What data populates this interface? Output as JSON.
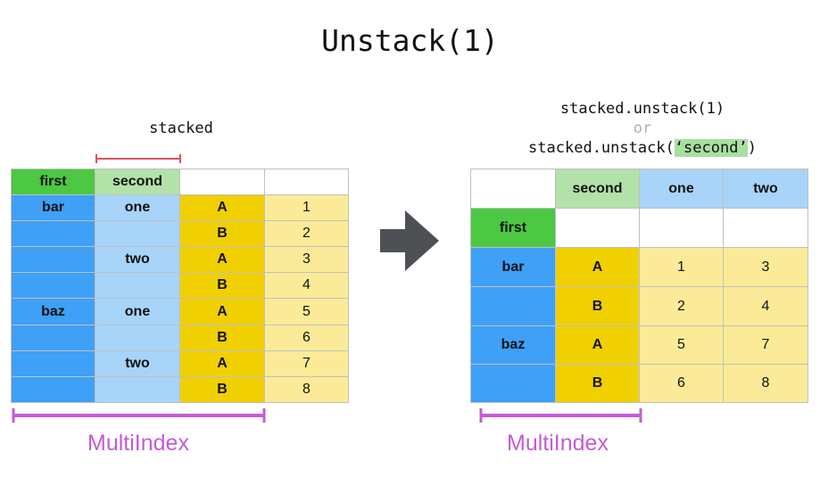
{
  "title": "Unstack(1)",
  "left": {
    "caption": "stacked",
    "headers": [
      "first",
      "second",
      "",
      ""
    ],
    "rows": [
      {
        "first": "bar",
        "second": "one",
        "inner": "A",
        "value": "1"
      },
      {
        "first": "",
        "second": "",
        "inner": "B",
        "value": "2"
      },
      {
        "first": "",
        "second": "two",
        "inner": "A",
        "value": "3"
      },
      {
        "first": "",
        "second": "",
        "inner": "B",
        "value": "4"
      },
      {
        "first": "baz",
        "second": "one",
        "inner": "A",
        "value": "5"
      },
      {
        "first": "",
        "second": "",
        "inner": "B",
        "value": "6"
      },
      {
        "first": "",
        "second": "two",
        "inner": "A",
        "value": "7"
      },
      {
        "first": "",
        "second": "",
        "inner": "B",
        "value": "8"
      }
    ],
    "multiindex_label": "MultiIndex"
  },
  "right": {
    "code_line1": "stacked.unstack(1)",
    "or_text": "or",
    "code_line2_prefix": "stacked.unstack(",
    "code_line2_arg": "‘second’",
    "code_line2_suffix": ")",
    "column_header_label": "second",
    "columns": [
      "one",
      "two"
    ],
    "index_header_label": "first",
    "rows": [
      {
        "first": "bar",
        "inner": "A",
        "one": "1",
        "two": "3"
      },
      {
        "first": "",
        "inner": "B",
        "one": "2",
        "two": "4"
      },
      {
        "first": "baz",
        "inner": "A",
        "one": "5",
        "two": "7"
      },
      {
        "first": "",
        "inner": "B",
        "one": "6",
        "two": "8"
      }
    ],
    "multiindex_label": "MultiIndex"
  },
  "colors": {
    "level0_header": "#4cc842",
    "level1_header": "#b2e2a8",
    "level0_index": "#3ea0f7",
    "level1_index": "#a8d4fa",
    "inner_index": "#f0d000",
    "values": "#fbeb98",
    "bracket": "#c45bd6",
    "second_marker": "#e0505a",
    "arrow": "#4d5156"
  }
}
